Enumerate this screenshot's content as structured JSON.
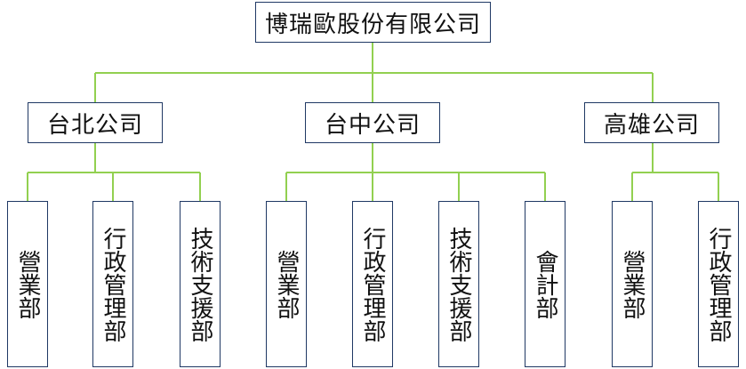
{
  "colors": {
    "connector": "#92d050",
    "box_border": "#1f3864"
  },
  "root": {
    "label": "博瑞歐股份有限公司"
  },
  "branches": [
    {
      "label": "台北公司",
      "departments": [
        "營業部",
        "行政管理部",
        "技術支援部"
      ]
    },
    {
      "label": "台中公司",
      "departments": [
        "營業部",
        "行政管理部",
        "技術支援部",
        "會計部"
      ]
    },
    {
      "label": "高雄公司",
      "departments": [
        "營業部",
        "行政管理部"
      ]
    }
  ]
}
